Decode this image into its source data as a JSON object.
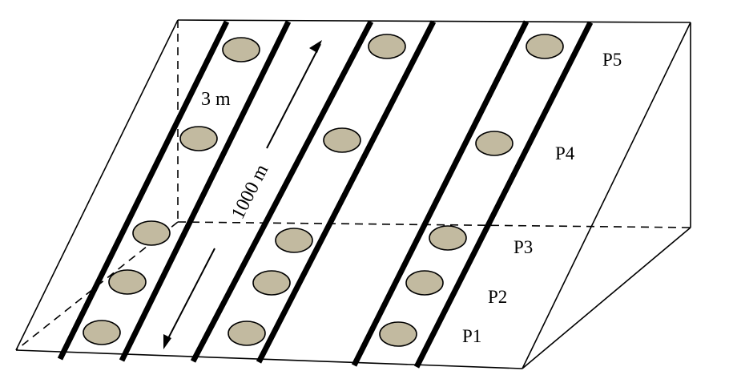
{
  "labels": {
    "plots": [
      "P1",
      "P2",
      "P3",
      "P4",
      "P5"
    ],
    "width": "3 m",
    "length": "1000 m"
  },
  "colors": {
    "plot_fill": "#c2baa0",
    "line": "#000000",
    "background": "#ffffff"
  }
}
